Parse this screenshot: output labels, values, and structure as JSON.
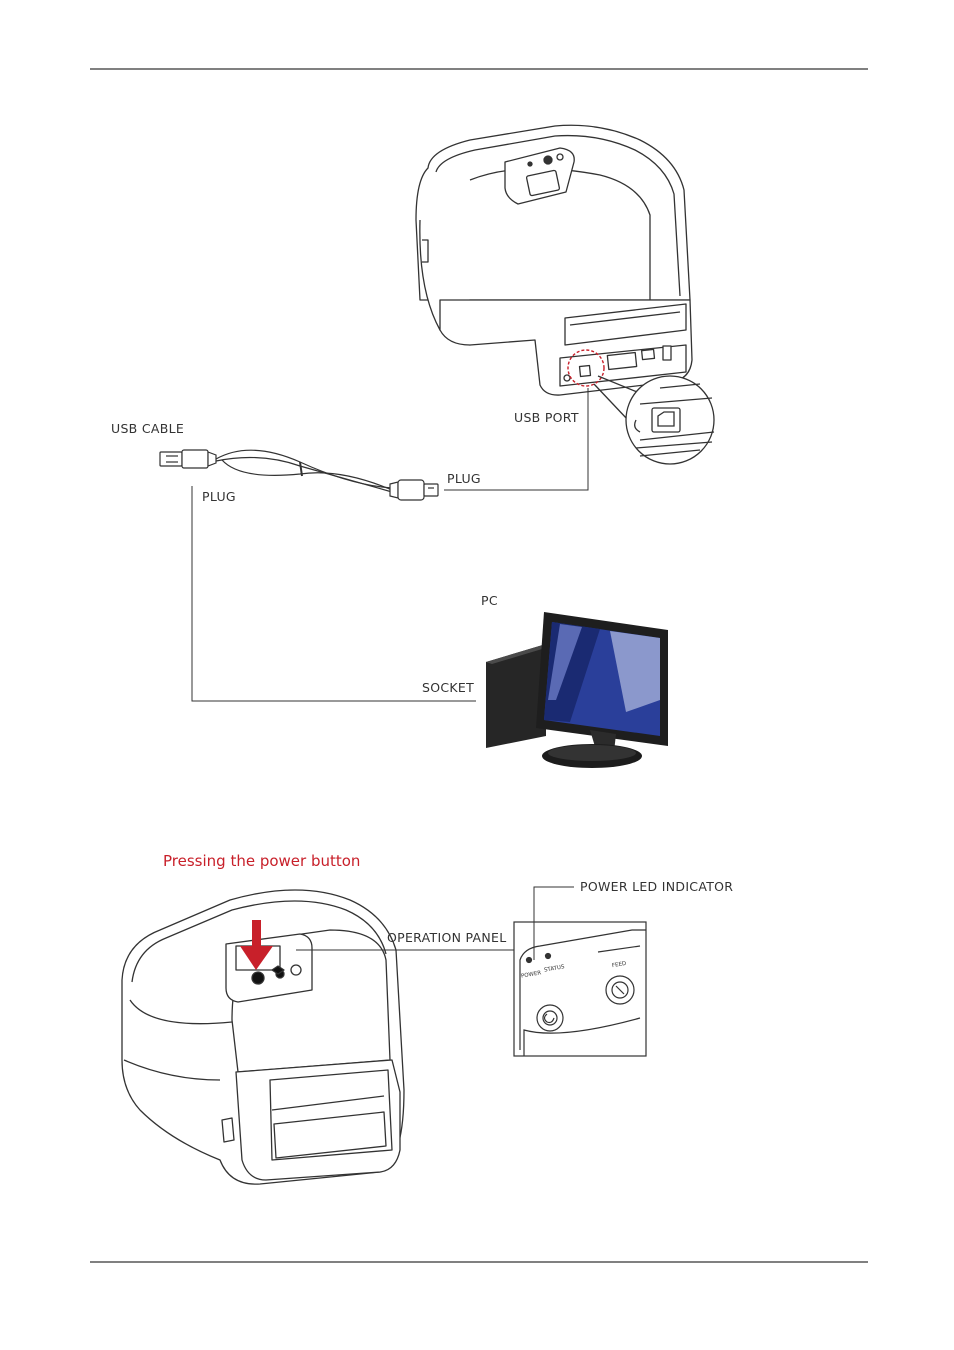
{
  "labels": {
    "usb_cable": "USB CABLE",
    "usb_port": "USB PORT",
    "plug_right": "PLUG",
    "plug_left": "PLUG",
    "pc": "PC",
    "socket": "SOCKET",
    "section_title": "Pressing the power button",
    "power_led_indicator": "POWER LED INDICATOR",
    "operation_panel": "OPERATION PANEL",
    "panel_power": "POWER",
    "panel_status": "STATUS",
    "panel_feed": "FEED"
  },
  "colors": {
    "accent_red": "#c8202a",
    "line": "#333333",
    "screen_blue": "#2a3f9a",
    "monitor_dark": "#222222"
  }
}
